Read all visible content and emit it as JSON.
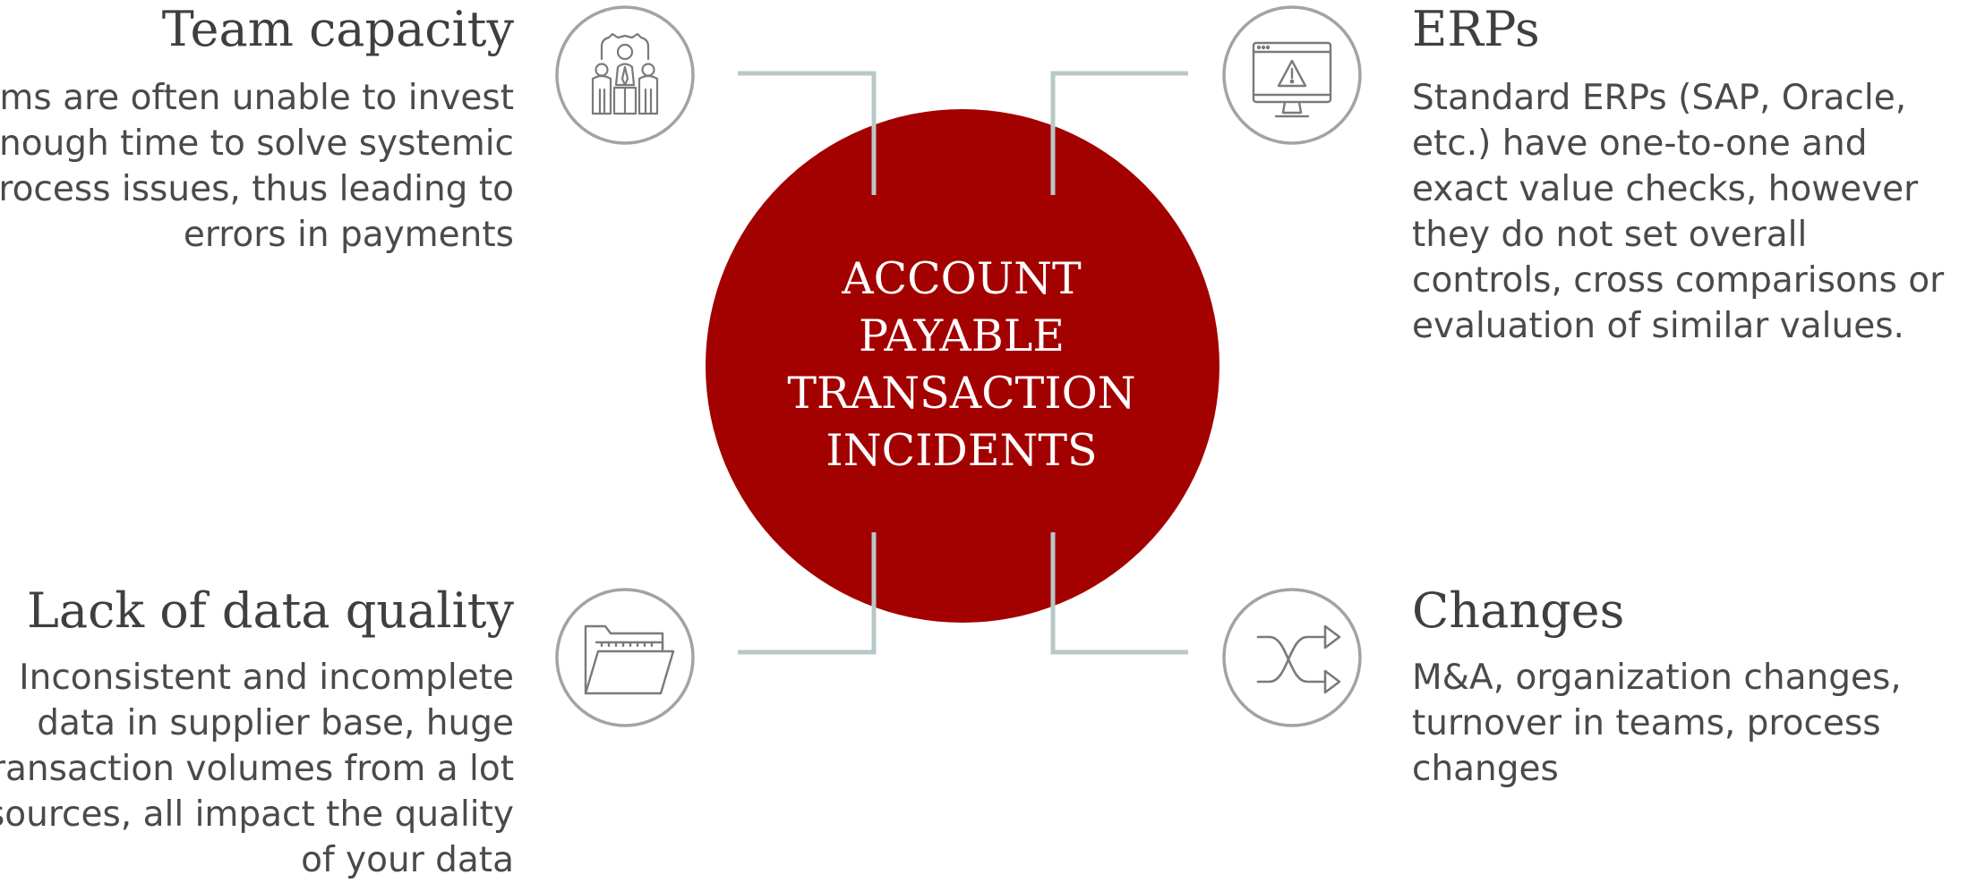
{
  "center": {
    "lines": [
      "ACCOUNT",
      "PAYABLE",
      "TRANSACTION",
      "INCIDENTS"
    ],
    "color": "#a30000"
  },
  "connector_color": "#b7c8c8",
  "icon_ring_color": "#a3a3a3",
  "icon_stroke_color": "#7a7a7a",
  "items": {
    "top_left": {
      "title": "Team capacity",
      "description": "Teams are often unable to invest enough time to solve systemic process issues, thus leading to errors in payments",
      "icon": "team-gear-icon"
    },
    "top_right": {
      "title": "ERPs",
      "description": "Standard ERPs (SAP, Oracle, etc.) have one-to-one and exact value checks, however they do not set overall controls, cross comparisons or evaluation of similar values.",
      "icon": "monitor-warning-icon"
    },
    "bottom_left": {
      "title": "Lack of data quality",
      "description": "Inconsistent and incomplete data in supplier base, huge transaction volumes from a lot of sources, all impact the quality of your data",
      "icon": "open-folder-icon"
    },
    "bottom_right": {
      "title": "Changes",
      "description": "M&A, organization changes, turnover in teams, process changes",
      "icon": "shuffle-icon"
    }
  }
}
